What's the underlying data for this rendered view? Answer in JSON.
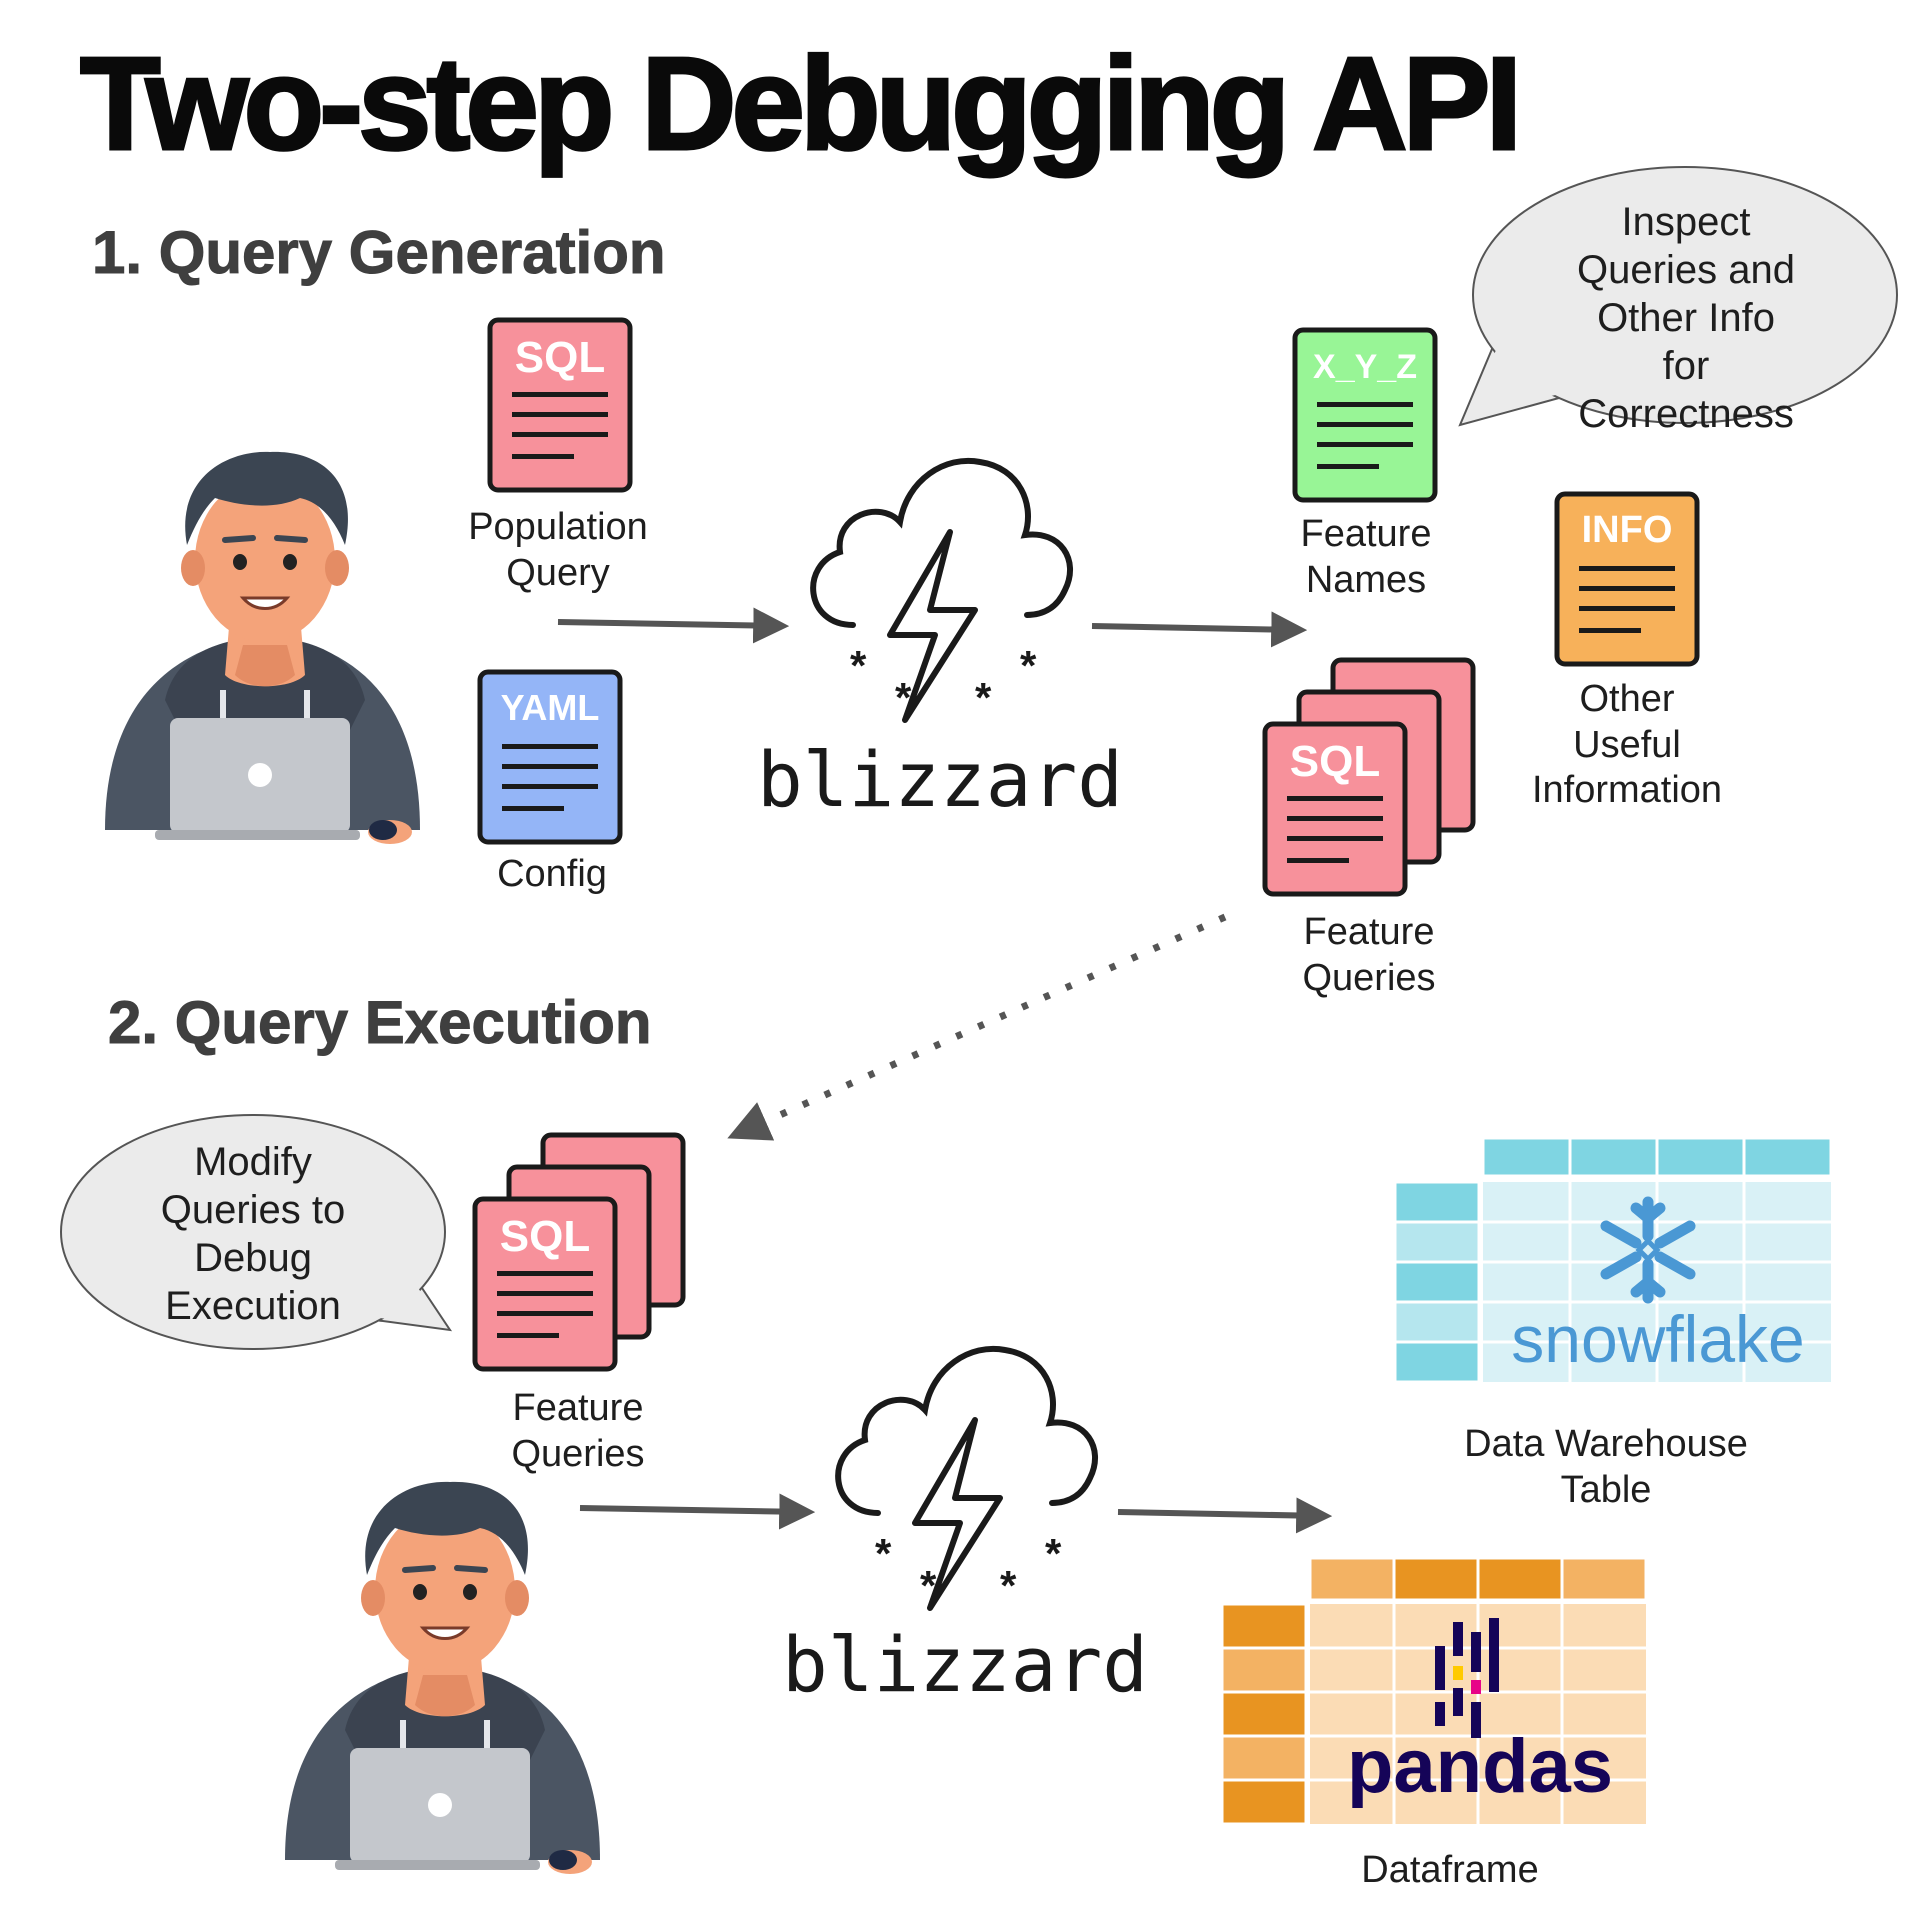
{
  "title": "Two-step Debugging API",
  "sections": {
    "generation": "1.  Query Generation",
    "execution": "2. Query Execution"
  },
  "docs": {
    "population": {
      "tag": "SQL",
      "label_l1": "Population",
      "label_l2": "Query",
      "color": "#f7919b"
    },
    "config": {
      "tag": "YAML",
      "label": "Config",
      "color": "#94b5f7"
    },
    "feature_names": {
      "tag": "X_Y_Z",
      "label_l1": "Feature",
      "label_l2": "Names",
      "color": "#98f596"
    },
    "info": {
      "tag": "INFO",
      "label_l1": "Other",
      "label_l2": "Useful",
      "label_l3": "Information",
      "color": "#f7b15a"
    },
    "feature_queries": {
      "tag": "SQL",
      "label_l1": "Feature",
      "label_l2": "Queries",
      "color": "#f7919b"
    }
  },
  "bubbles": {
    "inspect": [
      "Inspect",
      "Queries and",
      "Other Info for",
      "Correctness"
    ],
    "modify": [
      "Modify",
      "Queries to",
      "Debug",
      "Execution"
    ]
  },
  "brand": "blizzard",
  "outputs": {
    "snowflake_logo": "snowflake",
    "warehouse_l1": "Data Warehouse",
    "warehouse_l2": "Table",
    "pandas_logo": "pandas",
    "dataframe": "Dataframe"
  },
  "colors": {
    "arrow": "#555555",
    "doc_outline": "#1a1a1a",
    "bubble_fill": "#ebebeb",
    "snow_dark": "#7fd5e2",
    "snow_light": "#d9f1f6",
    "snow_logo": "#4a98d4",
    "pandas_dark": "#e89421",
    "pandas_mid": "#f3b263",
    "pandas_light": "#fbdcb5",
    "pandas_logo": "#150458"
  },
  "icons": [
    "user-with-laptop-icon",
    "storm-cloud-icon",
    "snowflake-logo-icon",
    "pandas-logo-icon",
    "document-icon"
  ]
}
